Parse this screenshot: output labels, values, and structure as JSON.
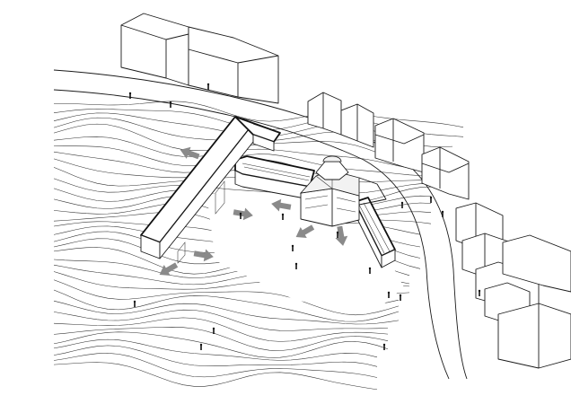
{
  "diagram": {
    "style": "axonometric line drawing",
    "colors": {
      "background": "#ffffff",
      "line": "#1a1a1a",
      "arrow": "#8a8a8a"
    },
    "elements": [
      "contour-terrain",
      "curved-road",
      "new-building",
      "historic-domed-building",
      "covered-walkway",
      "ramp-wing",
      "background-blocks",
      "townhouses",
      "circulation-arrows",
      "people"
    ]
  }
}
